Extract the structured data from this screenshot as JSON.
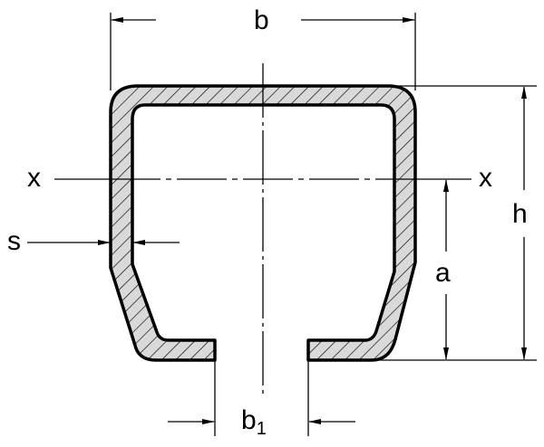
{
  "labels": {
    "width": "b",
    "opening_width": "b",
    "opening_sub": "1",
    "axis_left": "x",
    "axis_right": "x",
    "thickness": "s",
    "axis_height": "a",
    "height": "h"
  },
  "colors": {
    "fill": "#d9d9d9",
    "line": "#000000"
  }
}
